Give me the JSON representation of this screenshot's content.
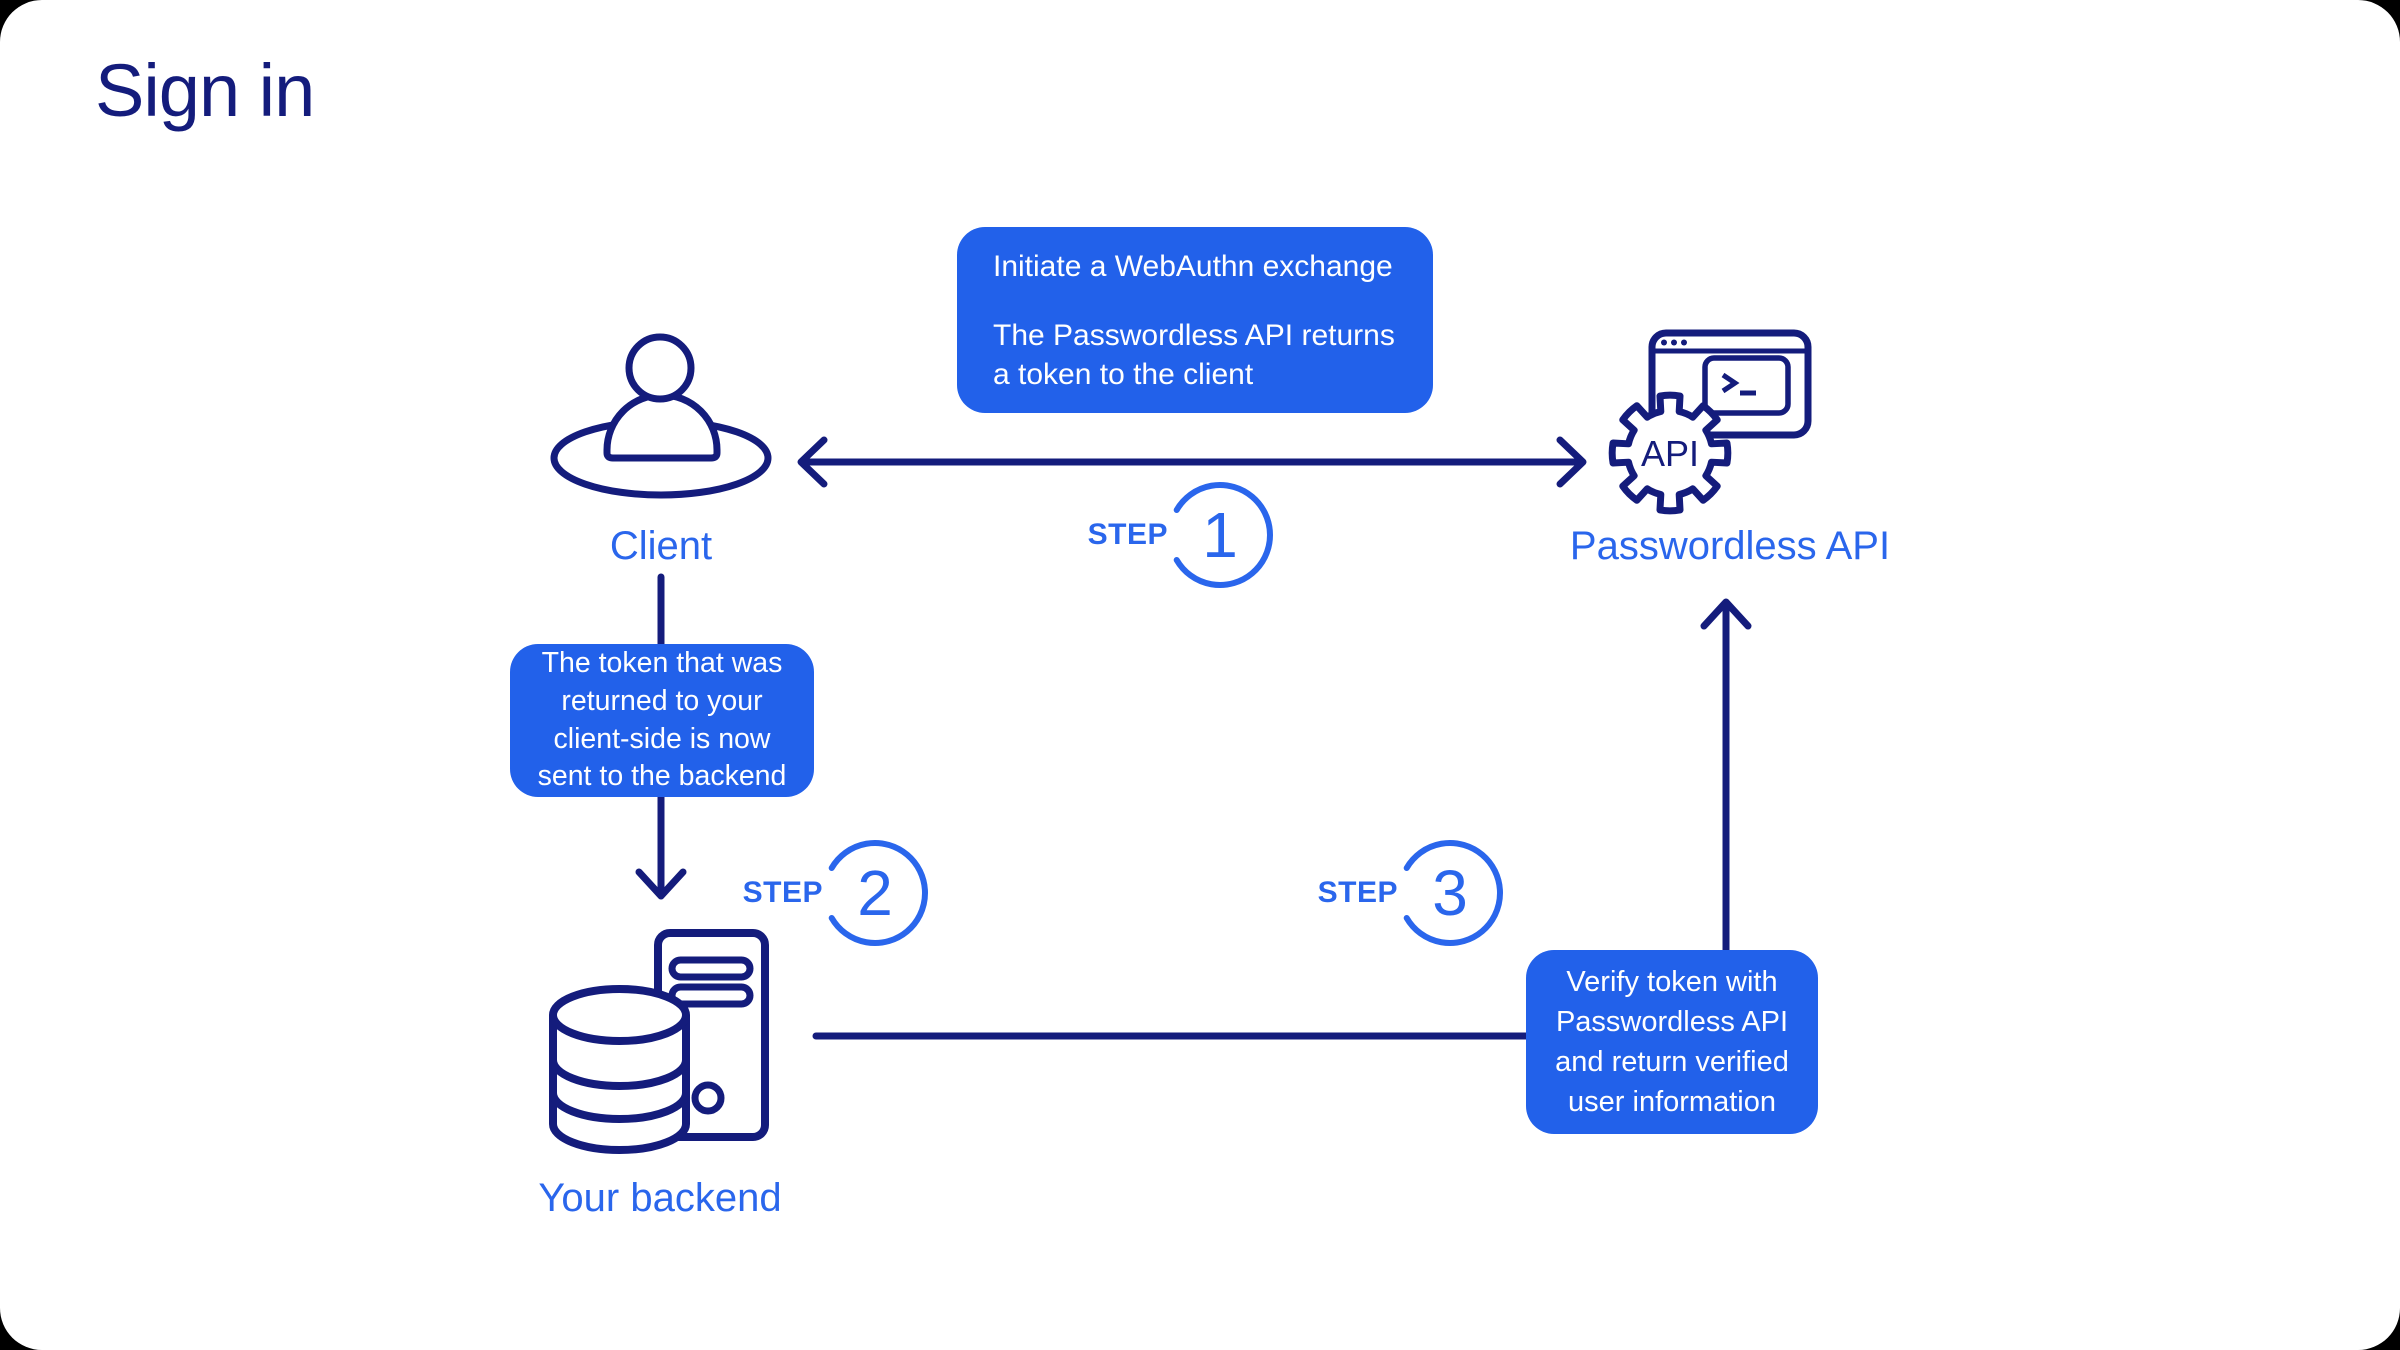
{
  "title": "Sign in",
  "colors": {
    "navy": "#141C7C",
    "accent_blue": "#2A66EC",
    "callout_bg": "#2261EA",
    "callout_text": "#FFFFFF",
    "card_bg": "#FFFFFF"
  },
  "nodes": {
    "client": {
      "label": "Client",
      "icon": "person-icon"
    },
    "api": {
      "label": "Passwordless API",
      "icon": "gear-terminal-window-icon",
      "gear_text": "API"
    },
    "backend": {
      "label": "Your backend",
      "icon": "server-database-icon"
    }
  },
  "steps": [
    {
      "prefix": "STEP",
      "number": "1"
    },
    {
      "prefix": "STEP",
      "number": "2"
    },
    {
      "prefix": "STEP",
      "number": "3"
    }
  ],
  "callouts": {
    "step1": {
      "paragraphs": [
        "Initiate a WebAuthn exchange",
        "The Passwordless API returns a token to the client"
      ]
    },
    "step2": {
      "text": "The token that was returned to your client-side is now sent to the backend"
    },
    "step3": {
      "text": "Verify token with Passwordless API and return verified user information"
    }
  }
}
